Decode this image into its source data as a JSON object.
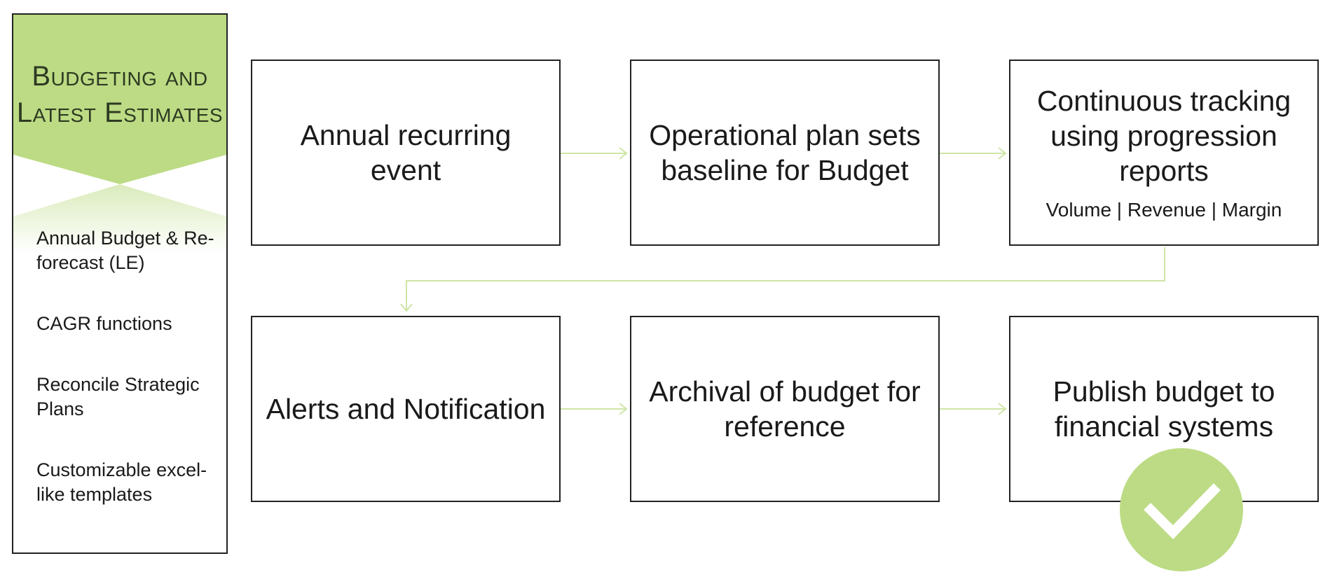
{
  "colors": {
    "accent": "#bcdb84",
    "accent_line": "#cfe5a6",
    "border": "#222222",
    "check": "#ffffff"
  },
  "sidebar": {
    "title_line1": "Budgeting and",
    "title_line2": "Latest Estimates",
    "items": [
      "Annual Budget & Re-forecast (LE)",
      "CAGR functions",
      "Reconcile Strategic Plans",
      "Customizable excel-like templates"
    ]
  },
  "steps": [
    {
      "title": "Annual recurring event"
    },
    {
      "title": "Operational plan sets baseline for Budget"
    },
    {
      "title": "Continuous tracking using progression reports",
      "subtitle": "Volume | Revenue | Margin"
    },
    {
      "title": "Alerts and Notification"
    },
    {
      "title": "Archival of budget for reference"
    },
    {
      "title": "Publish budget to financial systems"
    }
  ],
  "badge": {
    "icon": "checkmark-icon"
  }
}
